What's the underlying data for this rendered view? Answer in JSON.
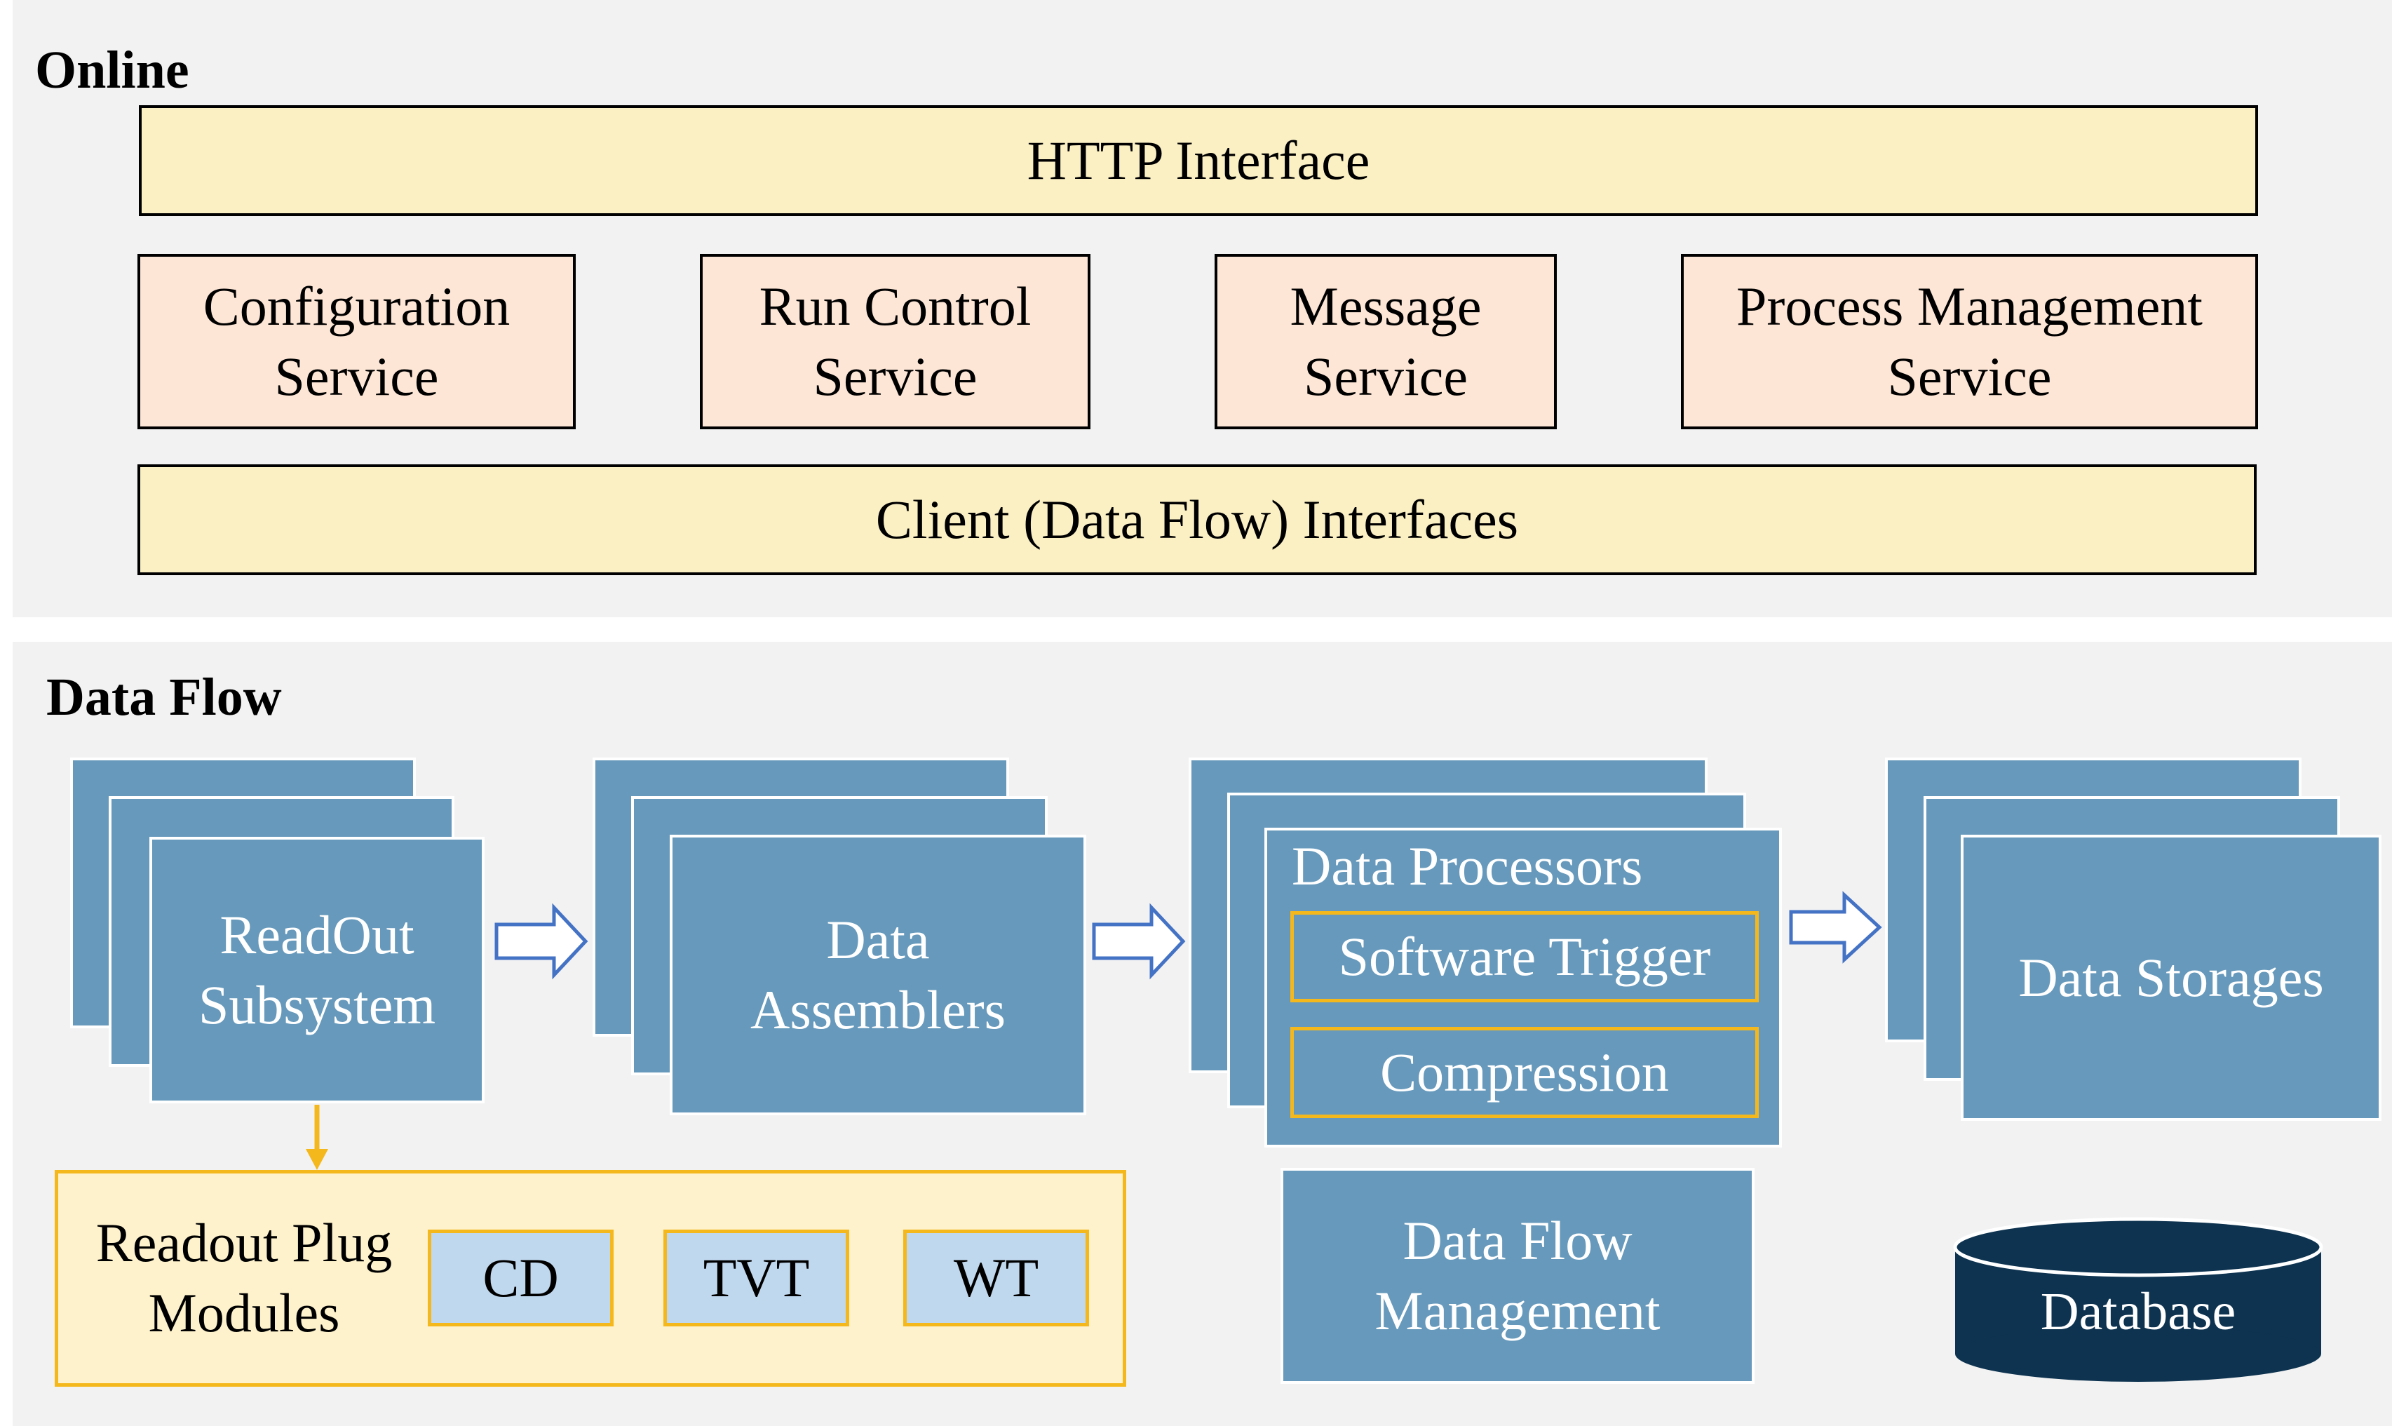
{
  "online": {
    "title": "Online",
    "http_interface": "HTTP Interface",
    "services": [
      {
        "line1": "Configuration",
        "line2": "Service"
      },
      {
        "line1": "Run Control",
        "line2": "Service"
      },
      {
        "line1": "Message",
        "line2": "Service"
      },
      {
        "line1": "Process Management",
        "line2": "Service"
      }
    ],
    "client_interfaces": "Client (Data Flow) Interfaces"
  },
  "dataflow": {
    "title": "Data Flow",
    "readout": {
      "line1": "ReadOut",
      "line2": "Subsystem"
    },
    "assemblers": {
      "line1": "Data",
      "line2": "Assemblers"
    },
    "processors": {
      "title": "Data Processors",
      "software_trigger": "Software Trigger",
      "compression": "Compression"
    },
    "storages": "Data Storages",
    "plug_modules": {
      "line1": "Readout Plug",
      "line2": "Modules",
      "items": [
        "CD",
        "TVT",
        "WT"
      ]
    },
    "management": {
      "line1": "Data Flow",
      "line2": "Management"
    },
    "database": "Database"
  },
  "colors": {
    "panel_bg": "#f2f2f2",
    "interface_fill": "#fbf0c4",
    "service_fill": "#fde6d6",
    "component_blue": "#6699bb",
    "highlight_gold": "#f4b81c",
    "plug_fill": "#c0d8ee",
    "database_navy": "#0d3350",
    "arrow_outline": "#4472c4"
  }
}
